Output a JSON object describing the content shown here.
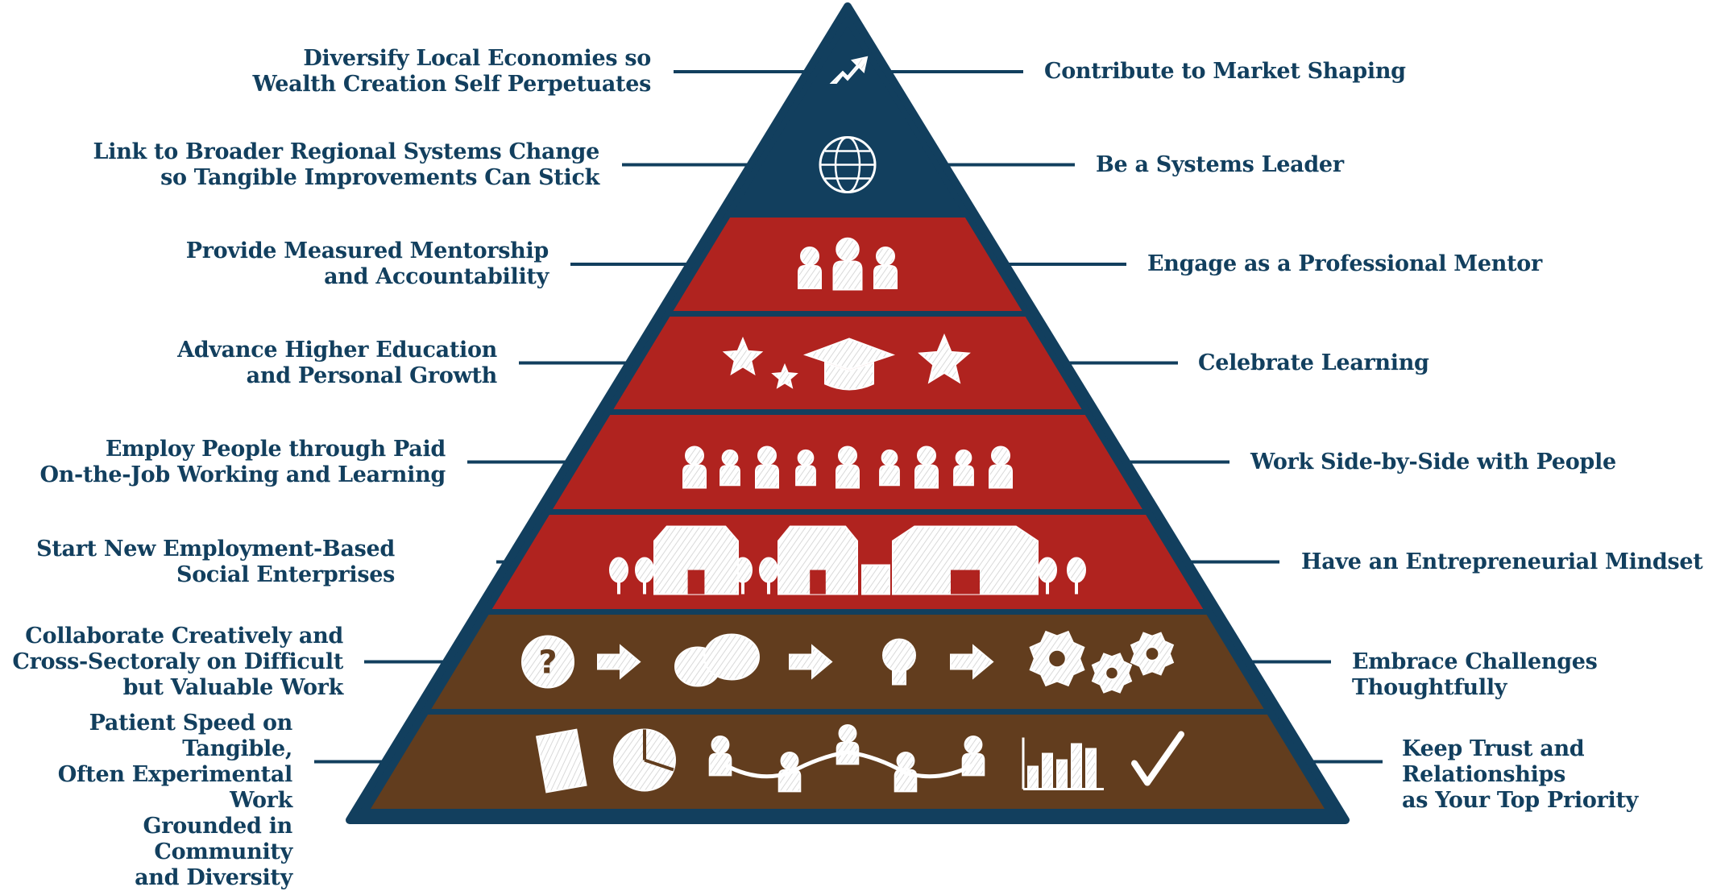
{
  "colors": {
    "navy": "#123f5e",
    "red": "#b0231f",
    "brown": "#623d1e",
    "outline": "#123f5e",
    "chalk": "#ffffff"
  },
  "tiers": [
    {
      "left": "Diversify Local Economies so\nWealth Creation Self Perpetuates",
      "right": "Contribute to Market Shaping",
      "fill": "navy",
      "icon": "growth-arrow-icon"
    },
    {
      "left": "Link to Broader Regional Systems Change\nso Tangible Improvements Can Stick",
      "right": "Be a Systems Leader",
      "fill": "navy",
      "icon": "globe-icon"
    },
    {
      "left": "Provide Measured Mentorship\nand Accountability",
      "right": "Engage as a Professional Mentor",
      "fill": "red",
      "icon": "mentor-group-icon"
    },
    {
      "left": "Advance Higher Education\nand Personal Growth",
      "right": "Celebrate Learning",
      "fill": "red",
      "icon": "graduation-cap-stars-icon"
    },
    {
      "left": "Employ People through Paid\nOn-the-Job Working and Learning",
      "right": "Work Side-by-Side with People",
      "fill": "red",
      "icon": "workers-group-icon"
    },
    {
      "left": "Start New Employment-Based\nSocial Enterprises",
      "right": "Have an Entrepreneurial Mindset",
      "fill": "red",
      "icon": "buildings-trees-icon"
    },
    {
      "left": "Collaborate Creatively and\nCross-Sectoraly on Difficult\nbut Valuable Work",
      "right": "Embrace Challenges Thoughtfully",
      "fill": "brown",
      "icon": "question-to-ideas-to-gears-icon"
    },
    {
      "left": "Patient Speed on Tangible,\nOften Experimental Work\nGrounded in Community\nand Diversity",
      "right": "Keep Trust and Relationships\nas Your Top Priority",
      "fill": "brown",
      "icon": "community-progress-icon"
    }
  ]
}
